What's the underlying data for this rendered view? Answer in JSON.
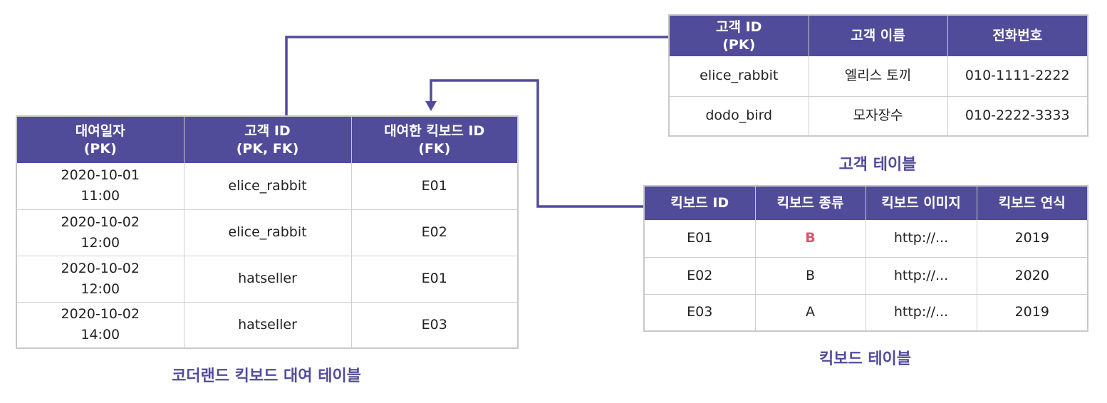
{
  "colors": {
    "header_bg": "#514c9a",
    "border": "#c9c9c9",
    "caption": "#514c9a",
    "connector": "#514c9a",
    "highlight": "#e0546e"
  },
  "rental_table": {
    "caption": "코더랜드 킥보드 대여 테이블",
    "headers": [
      "대여일자\n(PK)",
      "고객 ID\n(PK, FK)",
      "대여한 킥보드 ID\n(FK)"
    ],
    "rows": [
      [
        "2020-10-01\n11:00",
        "elice_rabbit",
        "E01"
      ],
      [
        "2020-10-02\n12:00",
        "elice_rabbit",
        "E02"
      ],
      [
        "2020-10-02\n12:00",
        "hatseller",
        "E01"
      ],
      [
        "2020-10-02\n14:00",
        "hatseller",
        "E03"
      ]
    ]
  },
  "customer_table": {
    "caption": "고객 테이블",
    "headers": [
      "고객 ID\n(PK)",
      "고객 이름",
      "전화번호"
    ],
    "rows": [
      [
        "elice_rabbit",
        "엘리스 토끼",
        "010-1111-2222"
      ],
      [
        "dodo_bird",
        "모자장수",
        "010-2222-3333"
      ]
    ]
  },
  "kickboard_table": {
    "caption": "킥보드 테이블",
    "headers": [
      "킥보드 ID",
      "킥보드 종류",
      "킥보드 이미지",
      "킥보드 연식"
    ],
    "rows": [
      [
        "E01",
        "B",
        "http://...",
        "2019"
      ],
      [
        "E02",
        "B",
        "http://...",
        "2020"
      ],
      [
        "E03",
        "A",
        "http://...",
        "2019"
      ]
    ]
  },
  "connectors": [
    {
      "from": "rental_table.customer_id",
      "to": "customer_table.customer_id",
      "icon": "line-connector"
    },
    {
      "from": "kickboard_table.kickboard_id",
      "to": "rental_table.kickboard_id",
      "icon": "arrow-down-icon"
    }
  ]
}
